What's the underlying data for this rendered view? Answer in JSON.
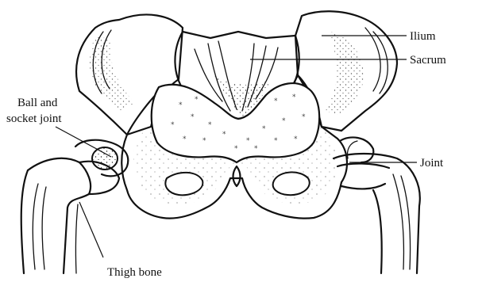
{
  "labels": {
    "ilium": "Ilium",
    "sacrum": "Sacrum",
    "ball_socket_line1": "Ball and",
    "ball_socket_line2": "socket joint",
    "joint": "Joint",
    "thigh_bone": "Thigh bone"
  }
}
